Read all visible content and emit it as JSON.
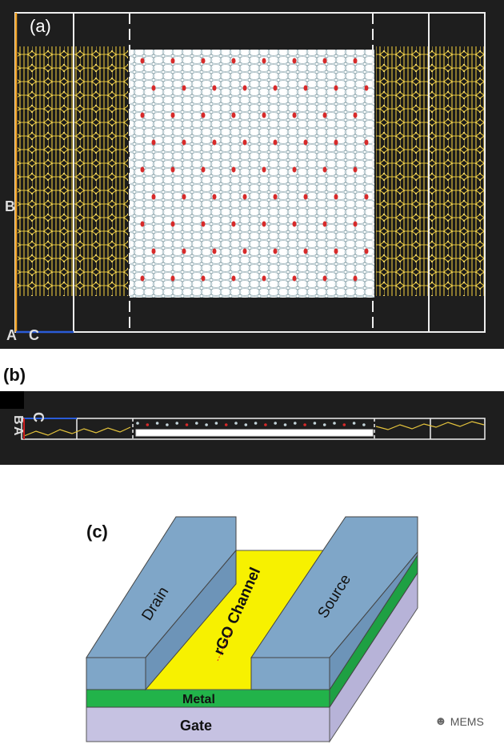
{
  "panel_a": {
    "label": "(a)",
    "axis_b": "B",
    "axis_a": "A",
    "axis_c": "C"
  },
  "panel_b": {
    "label": "(b)",
    "axis_c": "C",
    "axis_b": "B",
    "axis_a": "A"
  },
  "panel_c": {
    "label": "(c)",
    "drain": "Drain",
    "channel": "rGO Channel",
    "source": "Source",
    "metal": "Metal",
    "gate": "Gate"
  },
  "watermark": {
    "text": "MEMS",
    "icon": "wechat-icon"
  },
  "colors": {
    "electrode_yellow": "#e8c83a",
    "channel_atoms": "#b9cdd3",
    "oxygen_red": "#d92b2b",
    "electrode_blue": "#7fa6c8",
    "channel_yellow": "#f7f100",
    "metal_green": "#22b34a",
    "gate_purple": "#c5c1e0"
  }
}
